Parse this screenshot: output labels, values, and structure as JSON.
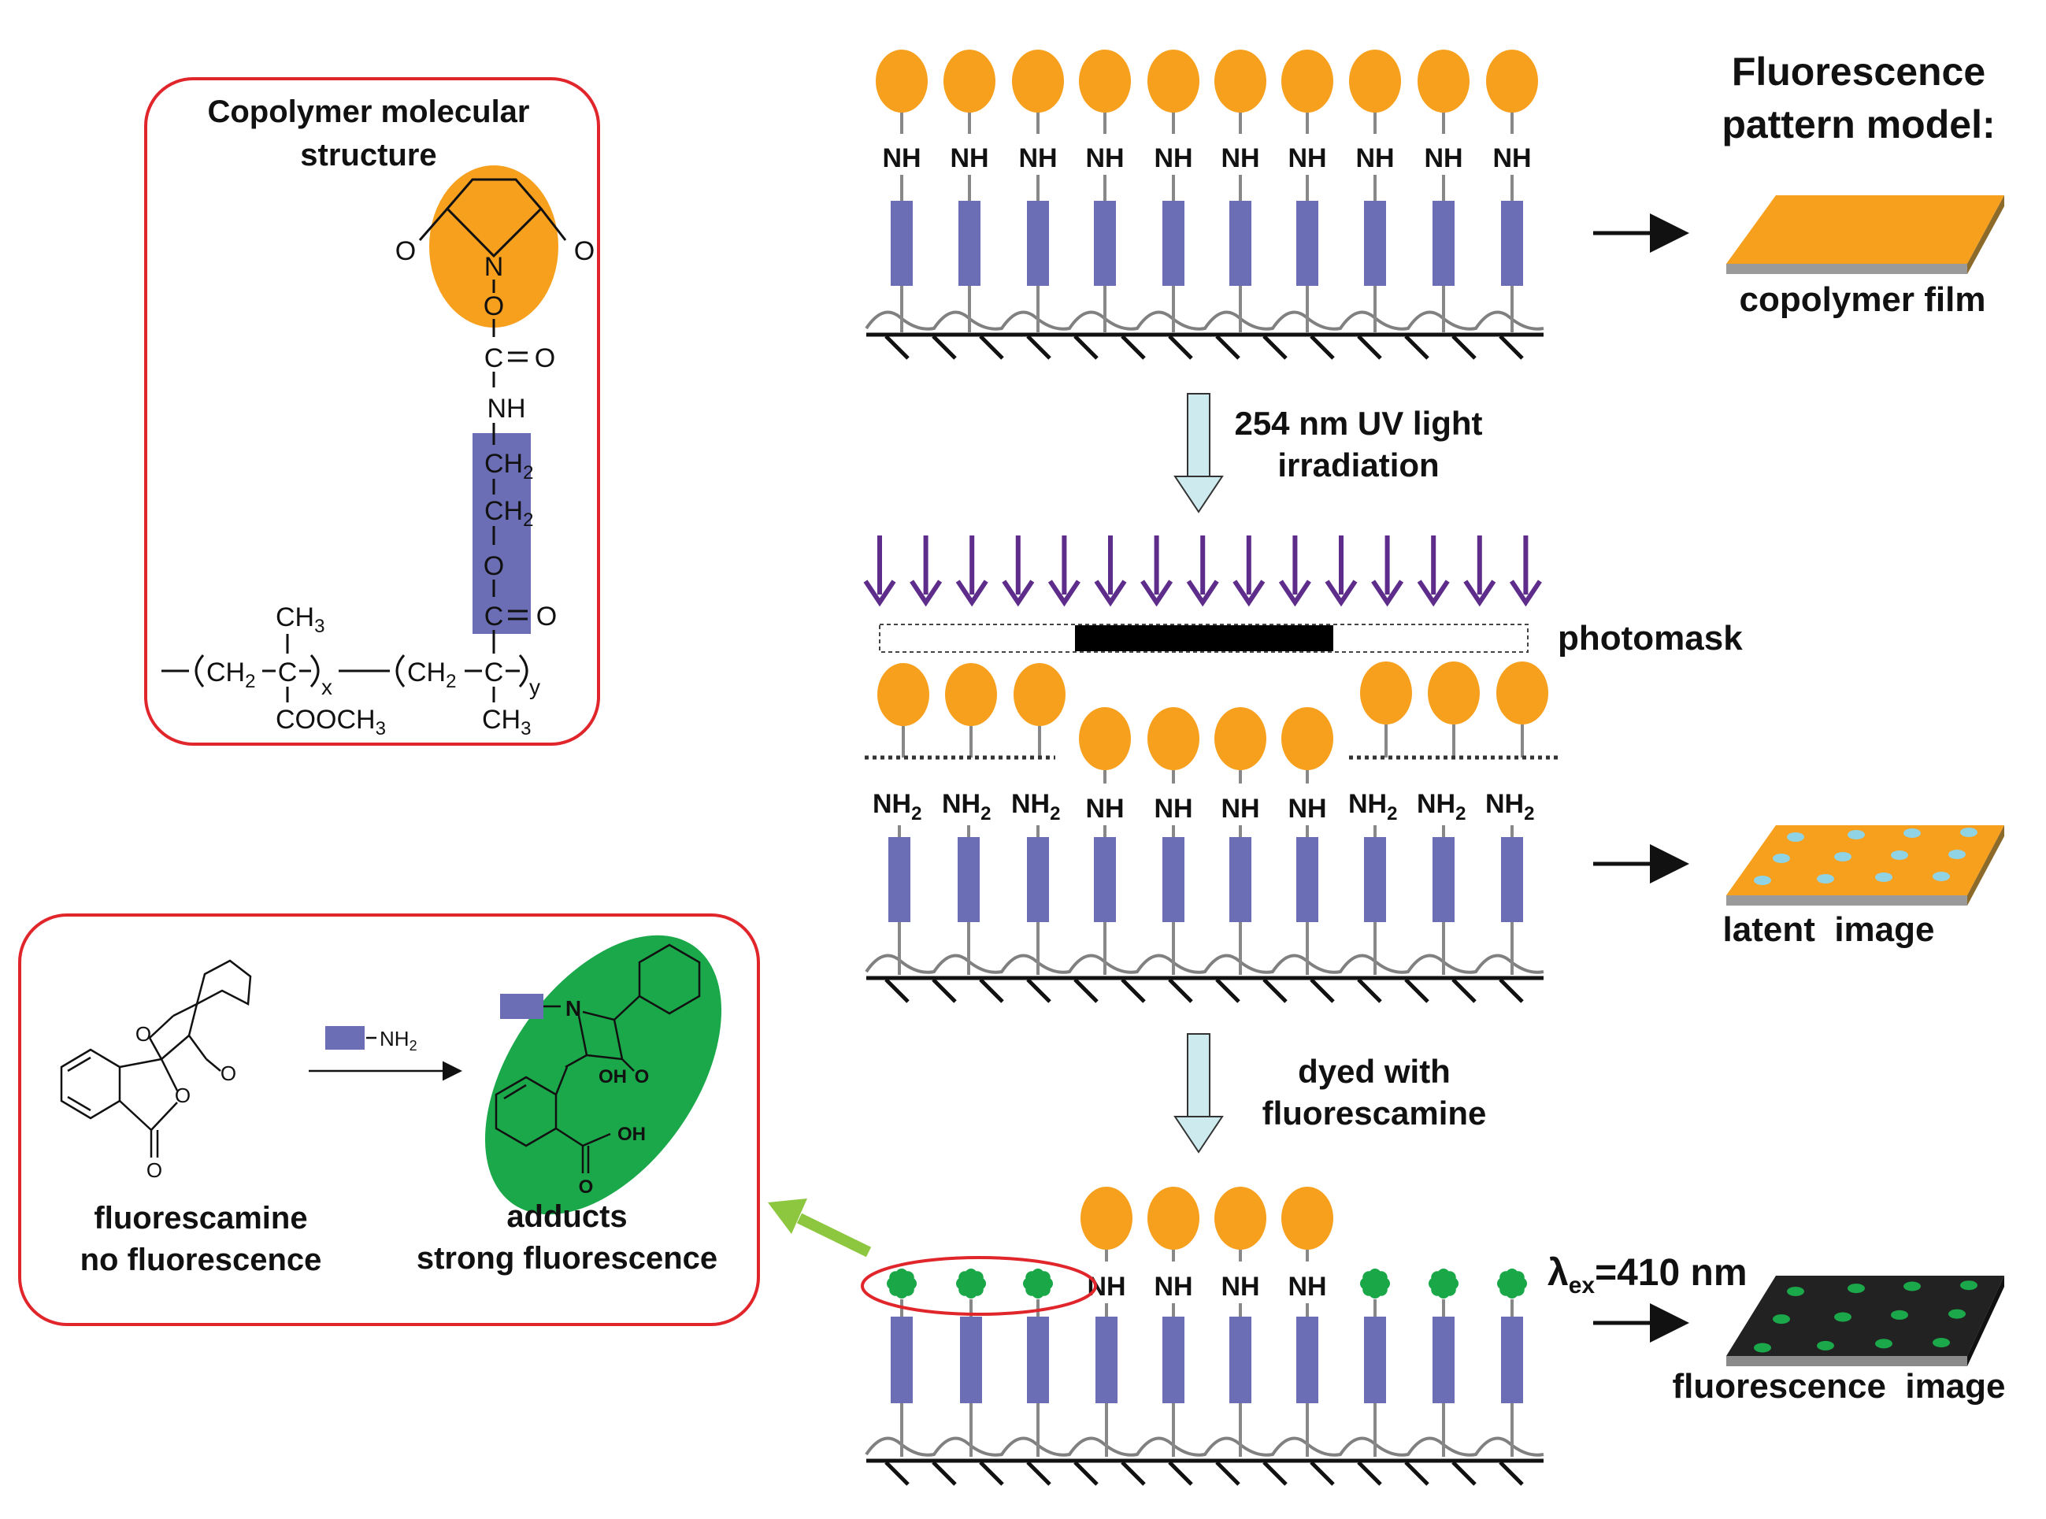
{
  "copolymer_box": {
    "title_line1": "Copolymer molecular",
    "title_line2": "structure",
    "atom_O_left": "O",
    "atom_O_right": "O",
    "atom_N": "N",
    "atom_O_link": "O",
    "carbonyl_C": "C",
    "carbonyl_O": "O",
    "nh": "NH",
    "ch2_a": "CH",
    "ch2_b": "CH",
    "sub2": "2",
    "ester_O": "O",
    "ester_C": "C",
    "ester_CO": "O",
    "ch3_top": "CH",
    "sub3": "3",
    "backbone_ch2_1": "CH",
    "backbone_c1": "C",
    "subscript_x": "x",
    "backbone_ch2_2": "CH",
    "backbone_c2": "C",
    "subscript_y": "y",
    "cooch3": "COOCH",
    "ch3_bottom": "CH"
  },
  "reaction_box": {
    "reagent_label": "NH",
    "reagent_sub": "2",
    "product_N": "N",
    "product_OH": "OH",
    "product_O": "O",
    "product_O2": "O",
    "product_OH2": "OH",
    "reactant_O1": "O",
    "reactant_O2": "O",
    "reactant_O3": "O",
    "reactant_O4": "O",
    "left_line1": "fluorescamine",
    "left_line2": "no fluorescence",
    "right_line1": "adducts",
    "right_line2": "strong fluorescence"
  },
  "model": {
    "title_line1": "Fluorescence",
    "title_line2": "pattern model:",
    "film_label": "copolymer film",
    "latent_label": "latent  image",
    "fluor_label": "fluorescence  image",
    "lambda_symbol": "λ",
    "lambda_sub": "ex",
    "lambda_value": "=410 nm"
  },
  "steps": {
    "uv_line1": "254 nm UV light",
    "uv_line2": "irradiation",
    "photomask": "photomask",
    "dye_line1": "dyed with",
    "dye_line2": "fluorescamine"
  },
  "chains": {
    "nh": "NH",
    "nh2": "NH",
    "sub2": "2",
    "row1": [
      "NH",
      "NH",
      "NH",
      "NH",
      "NH",
      "NH",
      "NH",
      "NH",
      "NH",
      "NH"
    ],
    "row2": [
      "NH2",
      "NH2",
      "NH2",
      "NH",
      "NH",
      "NH",
      "NH",
      "NH2",
      "NH2",
      "NH2"
    ],
    "row3": [
      "dye",
      "dye",
      "dye",
      "NH",
      "NH",
      "NH",
      "NH",
      "dye",
      "dye",
      "dye"
    ]
  },
  "colors": {
    "orange": "#F7A01E",
    "purple": "#6C6EB5",
    "green": "#1BA84A",
    "dye_green": "#1AA748",
    "uv_arrow": "#5E2C8A",
    "red_box": "#E0252B",
    "cyan_arrow": "#CDEBEF",
    "lime_arrow": "#8DC63F",
    "dot_cyan": "#8FD3E5"
  }
}
